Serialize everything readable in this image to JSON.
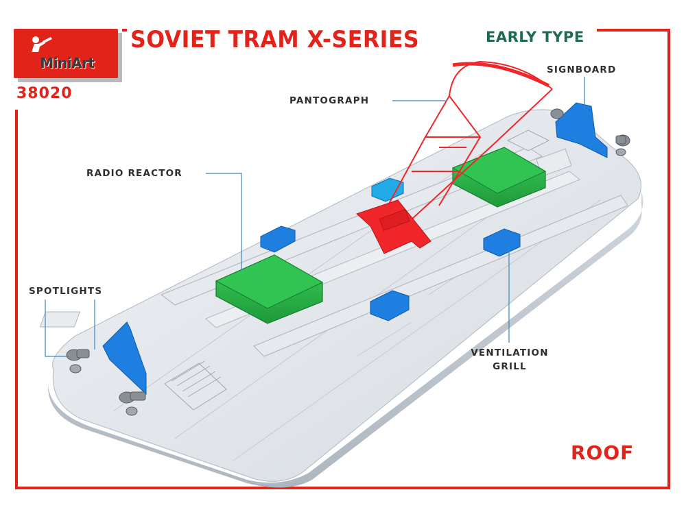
{
  "header": {
    "brand": "MiniArt",
    "product_code": "38020",
    "title": "SOVIET TRAM X-SERIES",
    "subtitle": "EARLY TYPE"
  },
  "callouts": {
    "signboard": "SIGNBOARD",
    "pantograph": "PANTOGRAPH",
    "radio_reactor": "RADIO REACTOR",
    "spotlights": "SPOTLIGHTS",
    "ventilation_grill_line1": "VENTILATION",
    "ventilation_grill_line2": "GRILL"
  },
  "section_label": "ROOF",
  "colors": {
    "frame_red": "#e2231a",
    "subtitle_green": "#1f6b4e",
    "part_green": "#27b34a",
    "part_blue": "#1e7fe0",
    "part_cyan": "#22a9e8",
    "pantograph_red": "#f0262a",
    "roof_grey": "#dfe3e8",
    "leader_blue": "#3b86c4"
  }
}
